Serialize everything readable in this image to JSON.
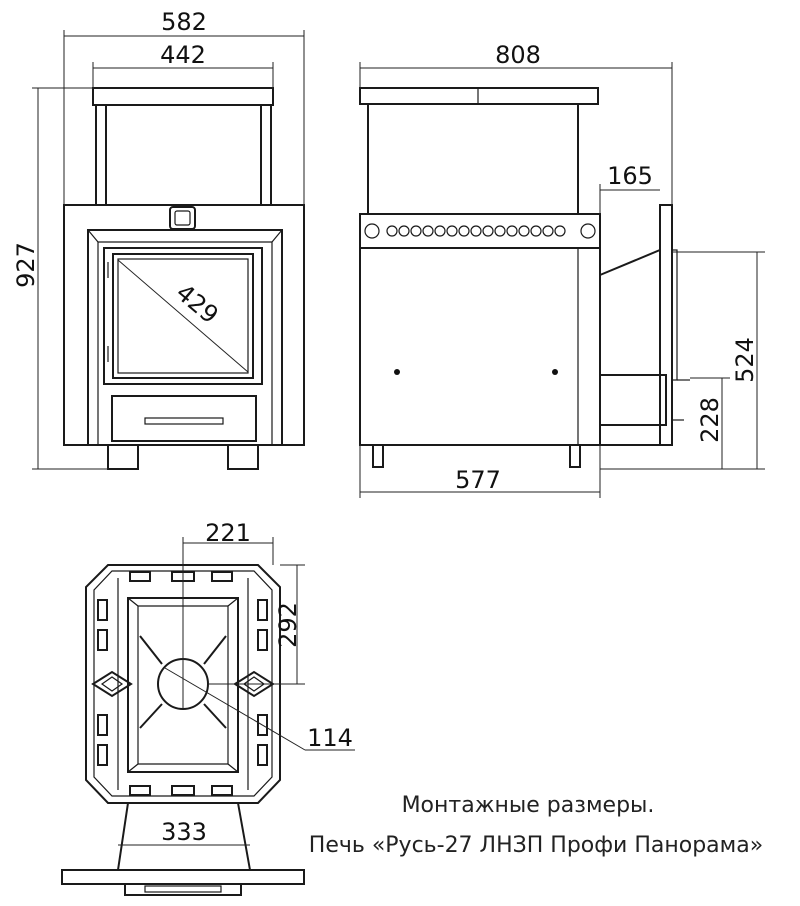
{
  "front_view": {
    "dim_total_width": "582",
    "dim_top_width": "442",
    "dim_height": "927",
    "dim_glass_diagonal": "429"
  },
  "side_view": {
    "dim_depth": "808",
    "dim_tunnel_depth": "165",
    "dim_tunnel_height": "524",
    "dim_tunnel_bottom": "228",
    "dim_body_depth": "577"
  },
  "top_view": {
    "dim_axis_offset": "221",
    "dim_axis_depth": "292",
    "dim_chimney": "114",
    "dim_tunnel_width": "333"
  },
  "caption": {
    "line1": "Монтажные размеры.",
    "line2": "Печь «Русь-27 ЛНЗП Профи Панорама»"
  }
}
